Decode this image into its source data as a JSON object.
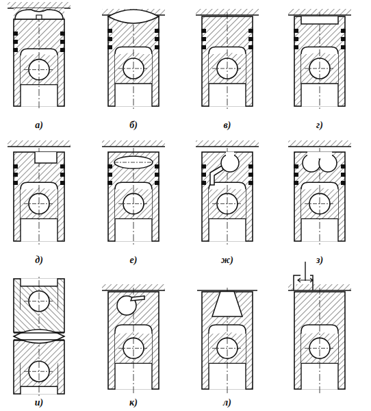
{
  "diagram": {
    "labels": [
      "а)",
      "б)",
      "в)",
      "г)",
      "д)",
      "е)",
      "ж)",
      "з)",
      "и)",
      "к)",
      "л)"
    ]
  }
}
